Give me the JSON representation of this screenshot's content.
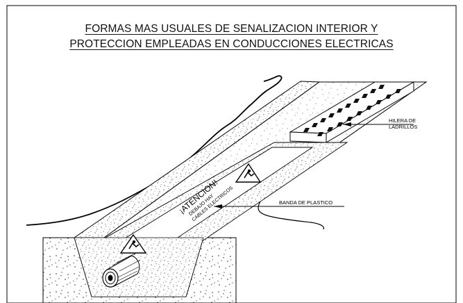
{
  "title": {
    "line1": "FORMAS MAS USUALES DE SENALIZACION INTERIOR Y",
    "line2": "PROTECCION EMPLEADAS EN CONDUCCIONES ELECTRICAS"
  },
  "labels": {
    "brick_row_line1": "HILERA DE",
    "brick_row_line2": "LADRILLOS",
    "plastic_band": "BANDA DE PLASTICO"
  },
  "warning_tape": {
    "line1": "¡ATENCION!",
    "line2": "DEBAJO HAY",
    "line3": "CABLES ELECTRICOS"
  }
}
